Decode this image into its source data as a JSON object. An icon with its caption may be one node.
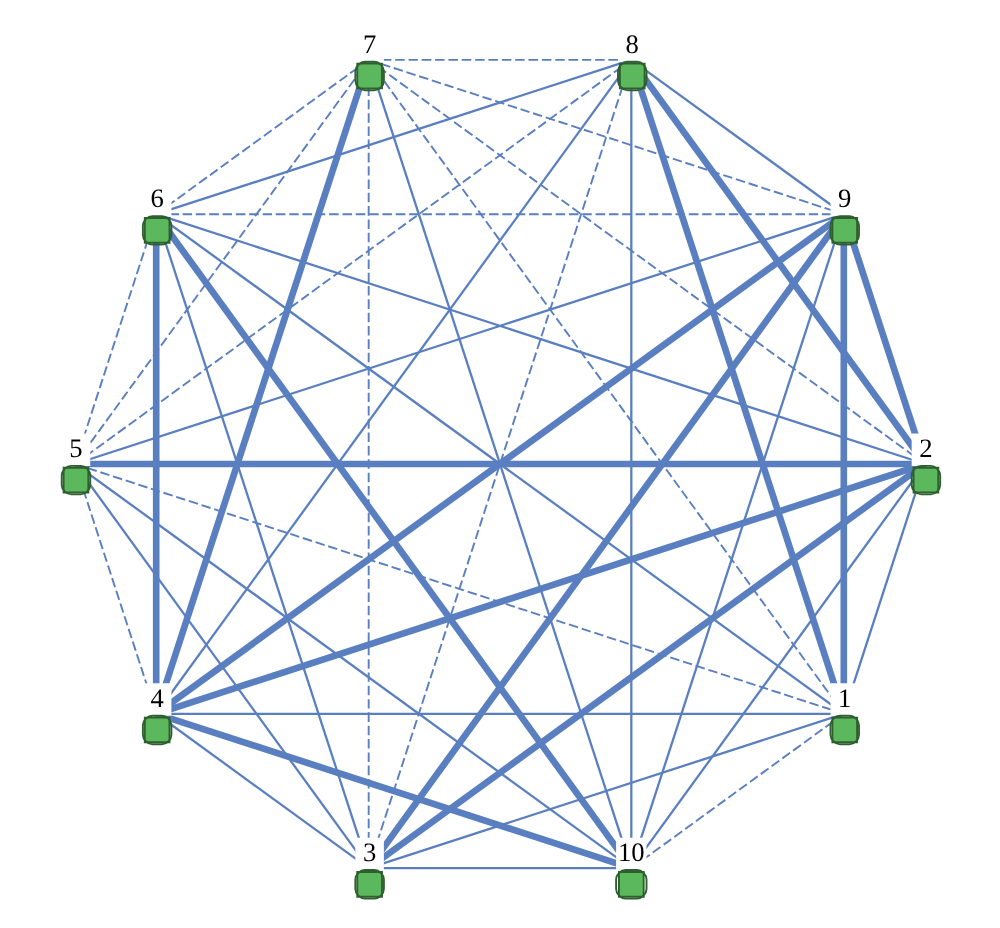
{
  "diagram": {
    "nodes": [
      {
        "text": [
          "1"
        ]
      },
      {
        "text": [
          "2"
        ]
      },
      {
        "text": [
          "3"
        ]
      },
      {
        "text": [
          "4"
        ]
      },
      {
        "text": [
          "5"
        ]
      },
      {
        "text": [
          "6"
        ]
      },
      {
        "text": [
          "7"
        ]
      },
      {
        "text": [
          "8"
        ]
      },
      {
        "text": [
          "9"
        ]
      },
      {
        "text": [
          "10"
        ]
      }
    ],
    "edges": [
      {
        "from": 0,
        "to": 1,
        "arrow": "none"
      },
      {
        "from": 0,
        "to": 2,
        "arrow": "none"
      },
      {
        "from": 0,
        "to": 3,
        "arrow": "none"
      },
      {
        "from": 0,
        "to": 4,
        "arrow": "none",
        "style": "dashed"
      },
      {
        "from": 0,
        "to": 5,
        "arrow": "none"
      },
      {
        "from": 0,
        "to": 6,
        "arrow": "none",
        "style": "dashed"
      },
      {
        "from": 0,
        "to": 7,
        "arrow": "none",
        "style": "thick"
      },
      {
        "from": 0,
        "to": 8,
        "arrow": "none",
        "style": "thick"
      },
      {
        "from": 0,
        "to": 9,
        "arrow": "none",
        "style": "dashed"
      },
      {
        "from": 1,
        "to": 2,
        "arrow": "none",
        "style": "thick"
      },
      {
        "from": 1,
        "to": 3,
        "arrow": "none",
        "style": "thick"
      },
      {
        "from": 1,
        "to": 4,
        "arrow": "none",
        "style": "thick"
      },
      {
        "from": 1,
        "to": 5,
        "arrow": "none"
      },
      {
        "from": 1,
        "to": 6,
        "arrow": "none",
        "style": "dashed"
      },
      {
        "from": 1,
        "to": 7,
        "arrow": "none",
        "style": "thick"
      },
      {
        "from": 1,
        "to": 8,
        "arrow": "none",
        "style": "thick"
      },
      {
        "from": 1,
        "to": 9,
        "arrow": "none"
      },
      {
        "from": 2,
        "to": 3,
        "arrow": "none"
      },
      {
        "from": 2,
        "to": 4,
        "arrow": "none"
      },
      {
        "from": 2,
        "to": 5,
        "arrow": "none"
      },
      {
        "from": 2,
        "to": 6,
        "arrow": "none",
        "style": "dashed"
      },
      {
        "from": 2,
        "to": 7,
        "arrow": "none",
        "style": "dashed"
      },
      {
        "from": 2,
        "to": 8,
        "arrow": "none",
        "style": "thick"
      },
      {
        "from": 2,
        "to": 9,
        "arrow": "none"
      },
      {
        "from": 3,
        "to": 4,
        "arrow": "none",
        "style": "dashed"
      },
      {
        "from": 3,
        "to": 5,
        "arrow": "none",
        "style": "thick"
      },
      {
        "from": 3,
        "to": 6,
        "arrow": "none",
        "style": "thick"
      },
      {
        "from": 3,
        "to": 7,
        "arrow": "none"
      },
      {
        "from": 3,
        "to": 8,
        "arrow": "none",
        "style": "thick"
      },
      {
        "from": 3,
        "to": 9,
        "arrow": "none",
        "style": "thick"
      },
      {
        "from": 4,
        "to": 5,
        "arrow": "none",
        "style": "dashed"
      },
      {
        "from": 4,
        "to": 6,
        "arrow": "none",
        "style": "dashed"
      },
      {
        "from": 4,
        "to": 7,
        "arrow": "none",
        "style": "dashed"
      },
      {
        "from": 4,
        "to": 8,
        "arrow": "none"
      },
      {
        "from": 4,
        "to": 9,
        "arrow": "none"
      },
      {
        "from": 5,
        "to": 6,
        "arrow": "none",
        "style": "dashed"
      },
      {
        "from": 5,
        "to": 7,
        "arrow": "none"
      },
      {
        "from": 5,
        "to": 8,
        "arrow": "none",
        "style": "dashed"
      },
      {
        "from": 5,
        "to": 9,
        "arrow": "none",
        "style": "thick"
      },
      {
        "from": 6,
        "to": 7,
        "arrow": "none",
        "style": "dashed"
      },
      {
        "from": 6,
        "to": 8,
        "arrow": "none",
        "style": "dashed"
      },
      {
        "from": 6,
        "to": 9,
        "arrow": "none"
      },
      {
        "from": 7,
        "to": 8,
        "arrow": "none"
      },
      {
        "from": 7,
        "to": 9,
        "arrow": "none"
      },
      {
        "from": 8,
        "to": 9,
        "arrow": "none"
      }
    ]
  }
}
